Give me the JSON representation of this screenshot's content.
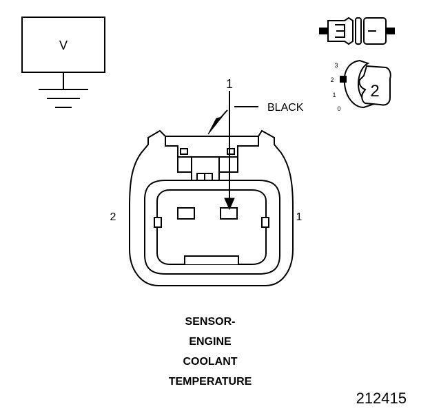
{
  "voltage_box": {
    "label": "V"
  },
  "connector_icon": {
    "label": "2",
    "ticks": [
      "3",
      "2",
      "1",
      "0"
    ]
  },
  "pin_callout": {
    "number": "1",
    "wire_color": "BLACK"
  },
  "cavity_labels": {
    "left": "2",
    "right": "1"
  },
  "caption": [
    "SENSOR-",
    "ENGINE",
    "COOLANT",
    "TEMPERATURE"
  ],
  "figure_number": "212415"
}
